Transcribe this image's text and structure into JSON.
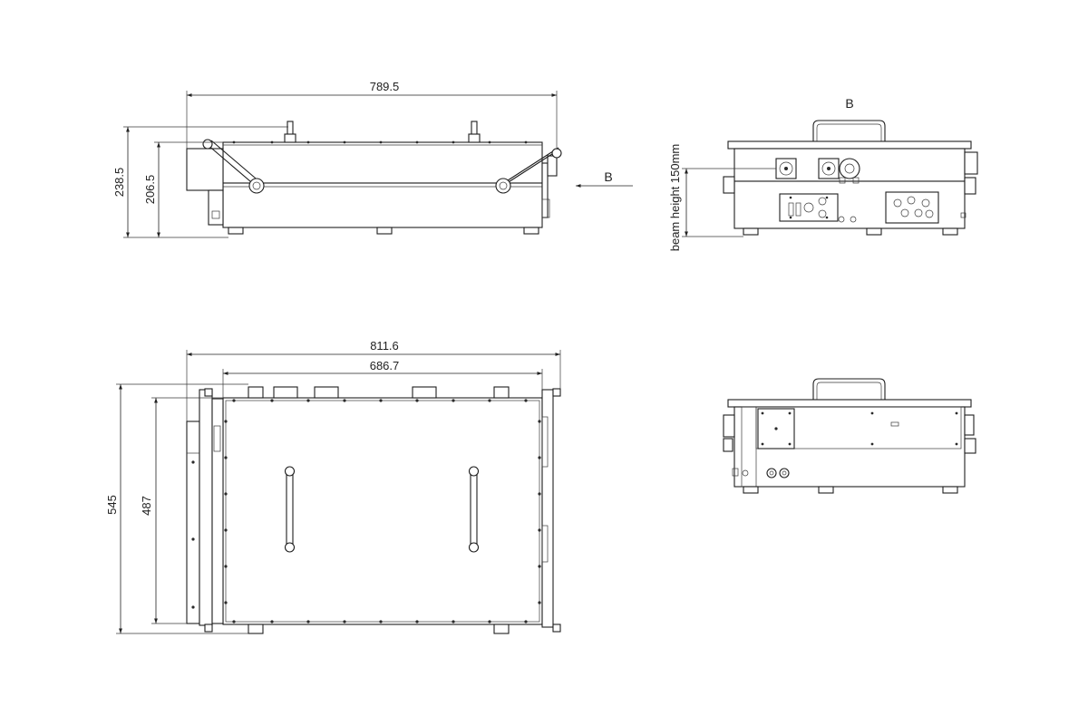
{
  "dimensions": {
    "side_length": "789.5",
    "side_height": "238.5",
    "side_body_height": "206.5",
    "top_length": "811.6",
    "top_inner_length": "686.7",
    "top_depth": "545",
    "top_inner_depth": "487"
  },
  "view_labels": {
    "arrow_label": "B",
    "view_b_title": "B",
    "beam_height": "beam height 150mm"
  }
}
